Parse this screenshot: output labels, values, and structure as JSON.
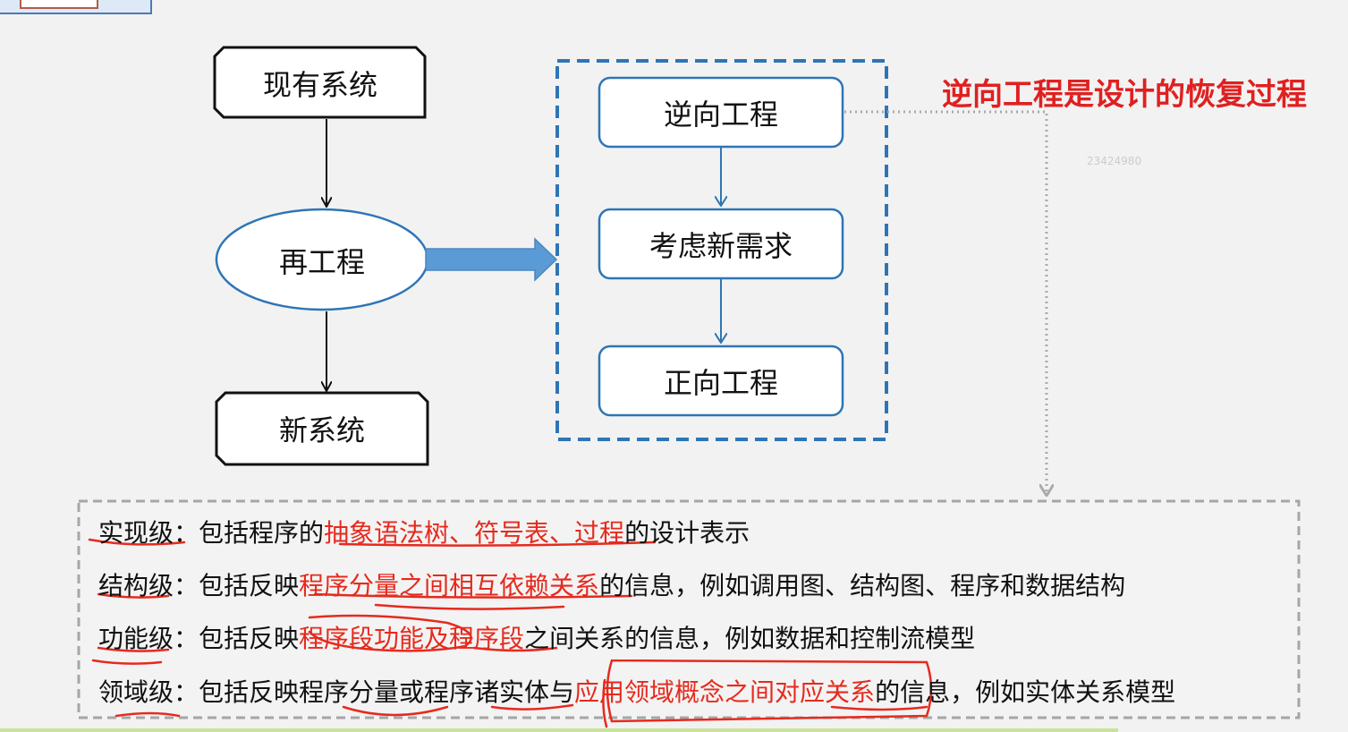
{
  "flow": {
    "existing_system": "现有系统",
    "reengineering": "再工程",
    "new_system": "新系统"
  },
  "process": {
    "reverse_engineering": "逆向工程",
    "new_requirements": "考虑新需求",
    "forward_engineering": "正向工程"
  },
  "annotation": "逆向工程是设计的恢复过程",
  "watermark": "23424980",
  "levels": [
    {
      "name": "实现级",
      "sep": "：",
      "pre": "包括程序的",
      "highlight": "抽象语法树、符号表、过程",
      "post": "的设计表示"
    },
    {
      "name": "结构级",
      "sep": "：",
      "pre": "包括反映",
      "highlight": "程序分量之间相互依赖关系",
      "post": "的信息，例如调用图、结构图、程序和数据结构"
    },
    {
      "name": "功能级",
      "sep": "：",
      "pre": "包括反映",
      "highlight": "程序段功能及程序段",
      "post": "之间关系的信息，例如数据和控制流模型"
    },
    {
      "name": "领域级",
      "sep": "：",
      "pre": "包括反映程序分量或程序诸实体与",
      "highlight": "应用领域概念之间对应关系",
      "post": "的信息，例如实体关系模型"
    }
  ],
  "colors": {
    "dashed_blue": "#2e75b6",
    "node_border": "#2e75b6",
    "highlight_red": "#e62a1e",
    "block_arrow": "#5b9bd5"
  }
}
